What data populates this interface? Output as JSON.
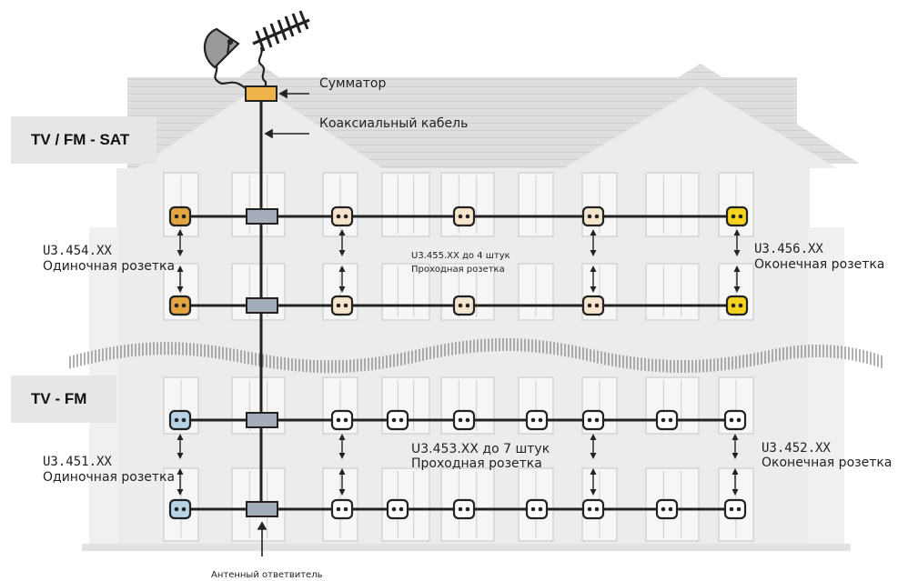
{
  "sections": {
    "sat_label": "TV / FM - SAT",
    "fm_label": "TV - FM"
  },
  "labels": {
    "combiner": "Сумматор",
    "coax": "Коаксиальный кабель",
    "splitter": "Антенный ответвитель"
  },
  "sat_sockets": {
    "single_code": "U3.454.XX",
    "single_name": "Одиночная розетка",
    "pass_code": "U3.455.XX до 4 штук",
    "pass_name": "Проходная розетка",
    "end_code": "U3.456.XX",
    "end_name": "Оконечная розетка"
  },
  "fm_sockets": {
    "single_code": "U3.451.XX",
    "single_name": "Одиночная розетка",
    "pass_code": "U3.453.XX до 7 штук",
    "pass_name": "Проходная розетка",
    "end_code": "U3.452.XX",
    "end_name": "Оконечная  розетка"
  },
  "colors": {
    "single_sat": "#e2a542",
    "pass_sat": "#f5e5cc",
    "end_sat": "#f4d320",
    "single_fm": "#b8d3e6",
    "pass_fm": "#ffffff",
    "combiner": "#f0b24a",
    "splitter": "#a3acb8",
    "house": "#e9e9e9",
    "roof": "#dcdcdc"
  }
}
